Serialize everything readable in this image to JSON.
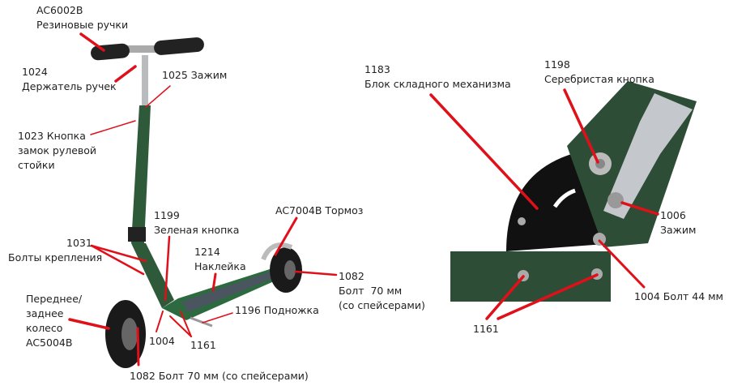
{
  "left_labels": {
    "grips": {
      "code": "AC6002B",
      "name": "Резиновые ручки"
    },
    "handle_holder": {
      "code": "1024",
      "name": "Держатель ручек"
    },
    "clamp_top": {
      "text": "1025 Зажим"
    },
    "stem_button": {
      "line1": "1023 Кнопка",
      "line2": "замок рулевой",
      "line3": "стойки"
    },
    "green_button": {
      "code": "1199",
      "name": "Зеленая кнопка"
    },
    "mount_bolts": {
      "code": "1031",
      "name": "Болты крепления"
    },
    "sticker": {
      "code": "1214",
      "name": "Наклейка"
    },
    "brake": {
      "text": "AC7004B Тормоз"
    },
    "rear_bolt": {
      "code": "1082",
      "line2": "Болт  70 мм",
      "line3": "(со спейсерами)"
    },
    "wheel": {
      "line1": "Переднее/",
      "line2": "заднее",
      "line3": "колесо",
      "line4": "AC5004B"
    },
    "kickstand": {
      "text": "1196 Подножка"
    },
    "bolt_1004": {
      "text": "1004"
    },
    "bolt_1161": {
      "text": "1161"
    },
    "front_bolt": {
      "text": "1082 Болт 70 мм (со спейсерами)"
    }
  },
  "right_labels": {
    "fold_block": {
      "code": "1183",
      "name": "Блок складного механизма"
    },
    "silver_button": {
      "code": "1198",
      "name": "Серебристая кнопка"
    },
    "clamp": {
      "code": "1006",
      "name": "Зажим"
    },
    "bolt_44": {
      "text": "1004 Болт 44 мм"
    },
    "bolt_1161": {
      "text": "1161"
    }
  },
  "colors": {
    "leader": "#e0101a",
    "frame_green": "#2e5a3a",
    "text": "#222222"
  }
}
